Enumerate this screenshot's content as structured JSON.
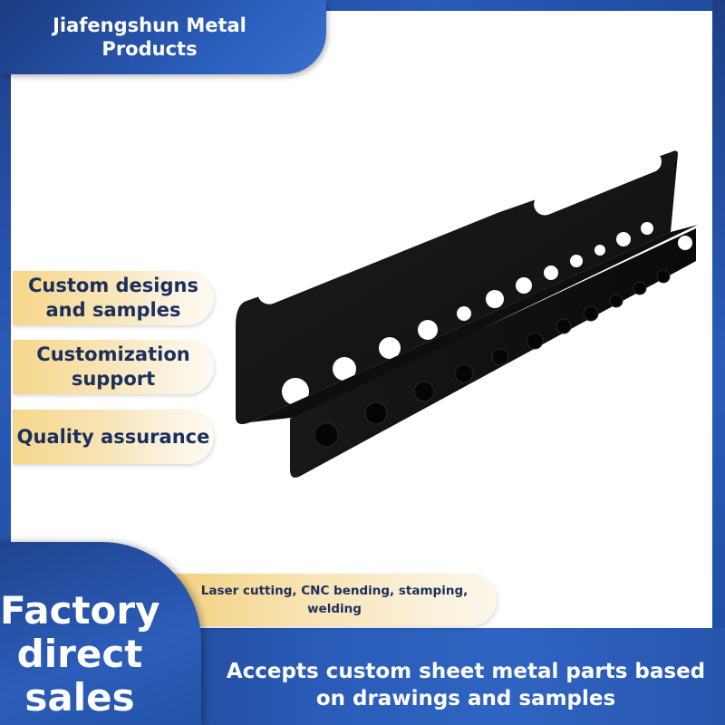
{
  "brand": {
    "name": "Jiafengshun Metal Products"
  },
  "features": [
    {
      "label": "Custom designs and samples"
    },
    {
      "label": "Customization support"
    },
    {
      "label": "Quality assurance"
    }
  ],
  "process": {
    "label": "Laser cutting, CNC bending, stamping, welding"
  },
  "factory": {
    "label": "Factory direct sales"
  },
  "banner": {
    "label": "Accepts custom sheet metal parts based on drawings and samples"
  },
  "colors": {
    "brand_blue": "#2a5bb8",
    "gold": "#f6d78b",
    "text_dark": "#1b2f5c",
    "product_black": "#141414"
  }
}
